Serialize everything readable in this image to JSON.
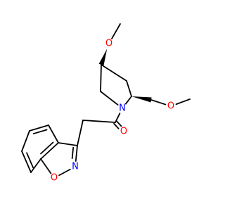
{
  "molecule": {
    "colors": {
      "bond": "#000000",
      "carbon": "#000000",
      "oxygen": "#ff0000",
      "nitrogen": "#0000ff",
      "background": "#ffffff"
    },
    "atoms": [
      {
        "id": "c_methyl_top",
        "element": "C",
        "label": ""
      },
      {
        "id": "o_methoxy_top",
        "element": "O",
        "label": "O"
      },
      {
        "id": "c4_ring",
        "element": "C",
        "label": ""
      },
      {
        "id": "c3_ring",
        "element": "C",
        "label": ""
      },
      {
        "id": "c2_ring",
        "element": "C",
        "label": ""
      },
      {
        "id": "n_pyrrolidine",
        "element": "N",
        "label": "N"
      },
      {
        "id": "c5_ring",
        "element": "C",
        "label": ""
      },
      {
        "id": "c_ch2_side",
        "element": "C",
        "label": ""
      },
      {
        "id": "o_methoxy_side",
        "element": "O",
        "label": "O"
      },
      {
        "id": "c_methyl_side",
        "element": "C",
        "label": ""
      },
      {
        "id": "c_carbonyl",
        "element": "C",
        "label": ""
      },
      {
        "id": "o_carbonyl",
        "element": "O",
        "label": "O"
      },
      {
        "id": "c_ch2_link",
        "element": "C",
        "label": ""
      },
      {
        "id": "c3_isoxazole",
        "element": "C",
        "label": ""
      },
      {
        "id": "n_isoxazole",
        "element": "N",
        "label": "N"
      },
      {
        "id": "o_isoxazole",
        "element": "O",
        "label": "O"
      },
      {
        "id": "c7a_benzo",
        "element": "C",
        "label": ""
      },
      {
        "id": "c3a_benzo",
        "element": "C",
        "label": ""
      },
      {
        "id": "c4_benzo",
        "element": "C",
        "label": ""
      },
      {
        "id": "c5_benzo",
        "element": "C",
        "label": ""
      },
      {
        "id": "c6_benzo",
        "element": "C",
        "label": ""
      },
      {
        "id": "c7_benzo",
        "element": "C",
        "label": ""
      }
    ],
    "bonds": [
      {
        "from": "c_methyl_top",
        "to": "o_methoxy_top",
        "order": 1
      },
      {
        "from": "o_methoxy_top",
        "to": "c4_ring",
        "order": 1,
        "stereo": "wedge"
      },
      {
        "from": "c4_ring",
        "to": "c3_ring",
        "order": 1
      },
      {
        "from": "c3_ring",
        "to": "c2_ring",
        "order": 1
      },
      {
        "from": "c2_ring",
        "to": "n_pyrrolidine",
        "order": 1
      },
      {
        "from": "n_pyrrolidine",
        "to": "c5_ring",
        "order": 1
      },
      {
        "from": "c5_ring",
        "to": "c4_ring",
        "order": 1
      },
      {
        "from": "c2_ring",
        "to": "c_ch2_side",
        "order": 1,
        "stereo": "wedge"
      },
      {
        "from": "c_ch2_side",
        "to": "o_methoxy_side",
        "order": 1
      },
      {
        "from": "o_methoxy_side",
        "to": "c_methyl_side",
        "order": 1
      },
      {
        "from": "n_pyrrolidine",
        "to": "c_carbonyl",
        "order": 1
      },
      {
        "from": "c_carbonyl",
        "to": "o_carbonyl",
        "order": 2
      },
      {
        "from": "c_carbonyl",
        "to": "c_ch2_link",
        "order": 1
      },
      {
        "from": "c_ch2_link",
        "to": "c3_isoxazole",
        "order": 1
      },
      {
        "from": "c3_isoxazole",
        "to": "n_isoxazole",
        "order": 2
      },
      {
        "from": "n_isoxazole",
        "to": "o_isoxazole",
        "order": 1
      },
      {
        "from": "o_isoxazole",
        "to": "c7a_benzo",
        "order": 1
      },
      {
        "from": "c7a_benzo",
        "to": "c3a_benzo",
        "order": 2
      },
      {
        "from": "c3a_benzo",
        "to": "c3_isoxazole",
        "order": 1
      },
      {
        "from": "c3a_benzo",
        "to": "c4_benzo",
        "order": 1
      },
      {
        "from": "c4_benzo",
        "to": "c5_benzo",
        "order": 2
      },
      {
        "from": "c5_benzo",
        "to": "c6_benzo",
        "order": 1
      },
      {
        "from": "c6_benzo",
        "to": "c7_benzo",
        "order": 2
      },
      {
        "from": "c7_benzo",
        "to": "c7a_benzo",
        "order": 1
      }
    ]
  }
}
